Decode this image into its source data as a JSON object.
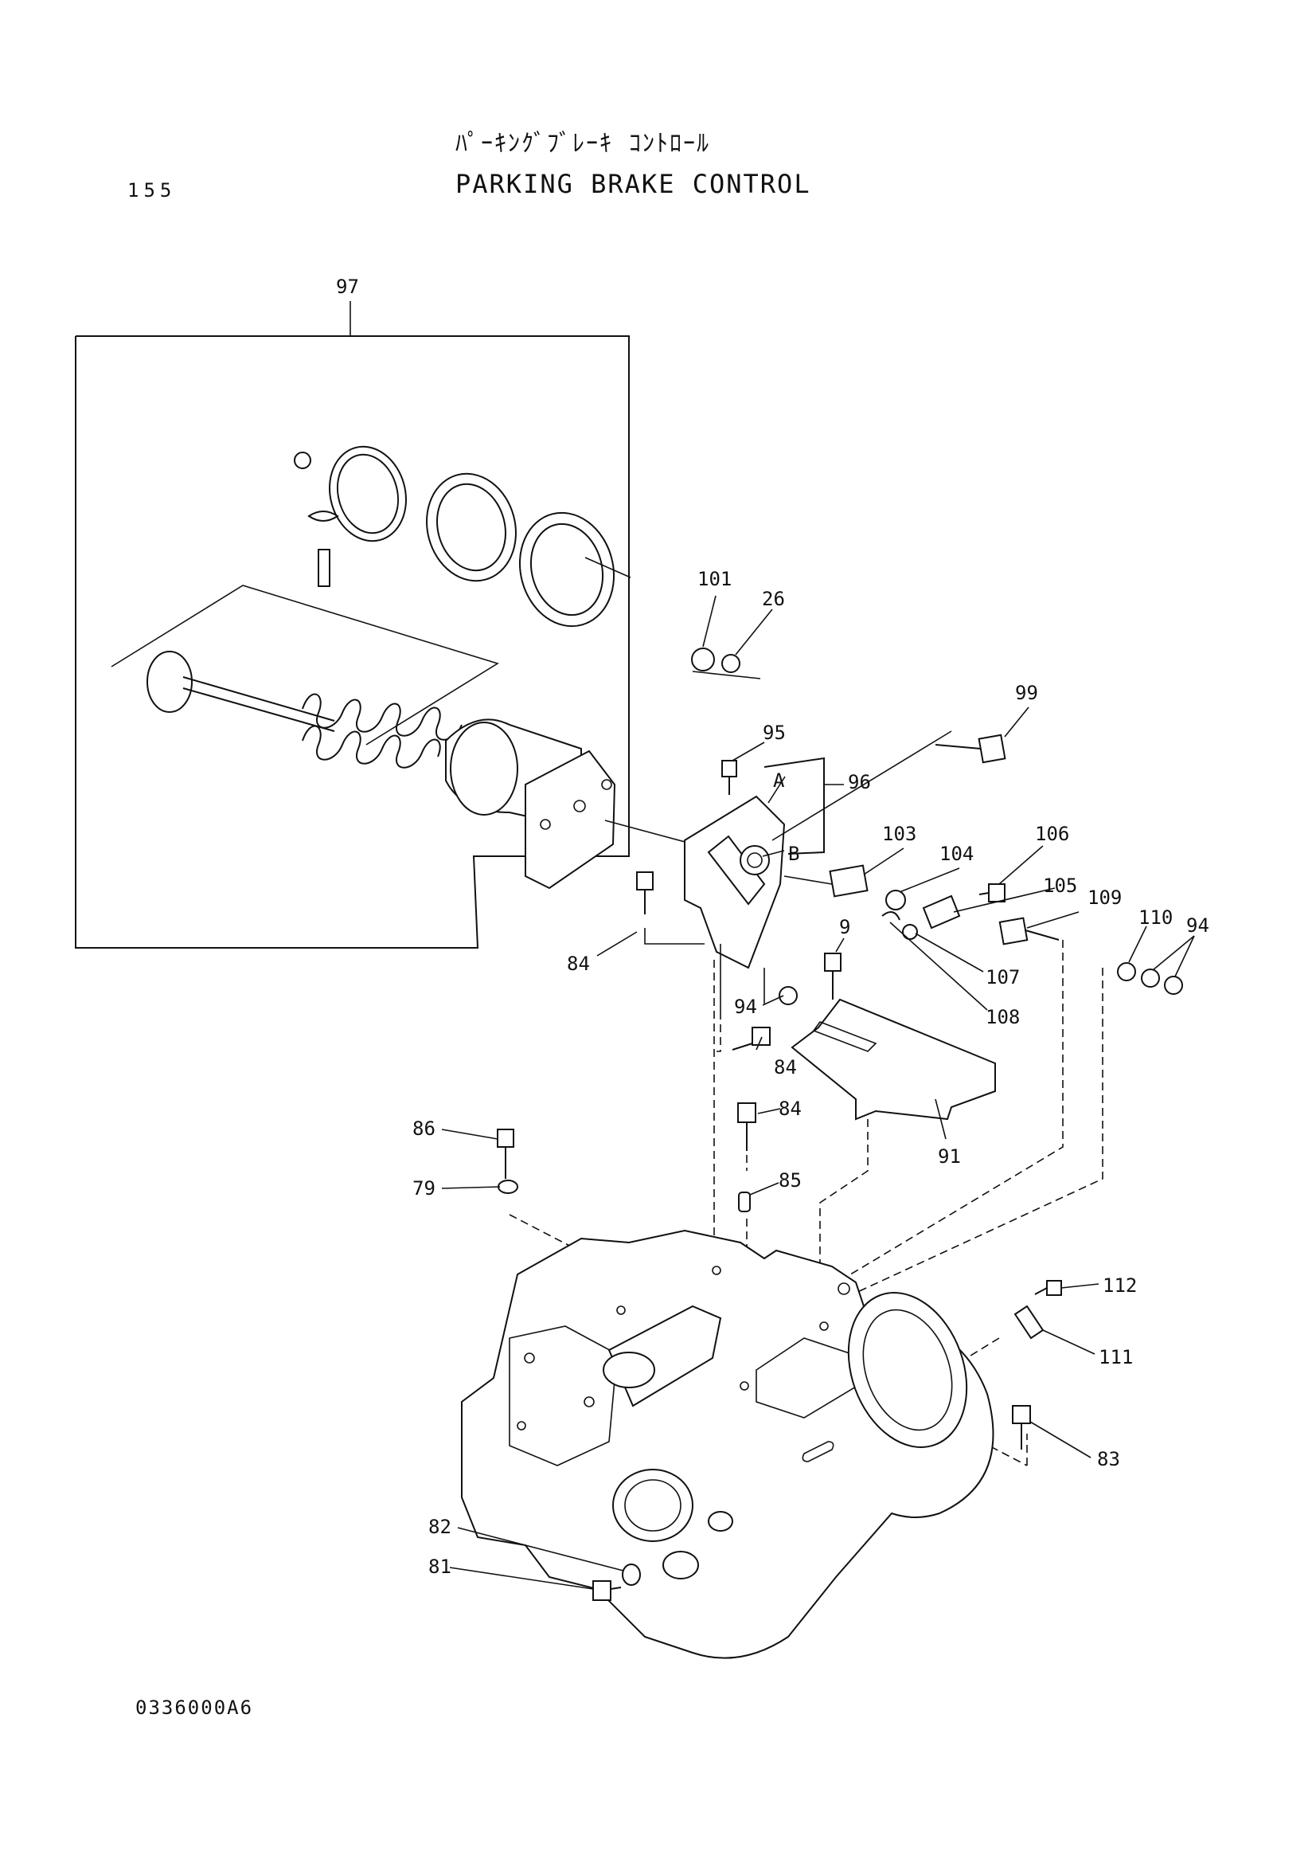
{
  "header": {
    "title_jp": "ﾊﾟｰｷﾝｸﾞﾌﾞﾚｰｷ ｺﾝﾄﾛｰﾙ",
    "title_en": "PARKING BRAKE CONTROL",
    "page_number": "155"
  },
  "footer": {
    "drawing_number": "0336000A6"
  },
  "callouts": {
    "c97": "97",
    "c101": "101",
    "c26": "26",
    "c99": "99",
    "c95": "95",
    "cA": "A",
    "c96": "96",
    "cB": "B",
    "c103": "103",
    "c104": "104",
    "c106": "106",
    "c105": "105",
    "c109": "109",
    "c110": "110",
    "c94a": "94",
    "c84a": "84",
    "c9": "9",
    "c107": "107",
    "c108": "108",
    "c94b": "94",
    "c84b": "84",
    "c84c": "84",
    "c91": "91",
    "c86": "86",
    "c79": "79",
    "c85": "85",
    "c112": "112",
    "c111": "111",
    "c83": "83",
    "c82": "82",
    "c81": "81"
  }
}
